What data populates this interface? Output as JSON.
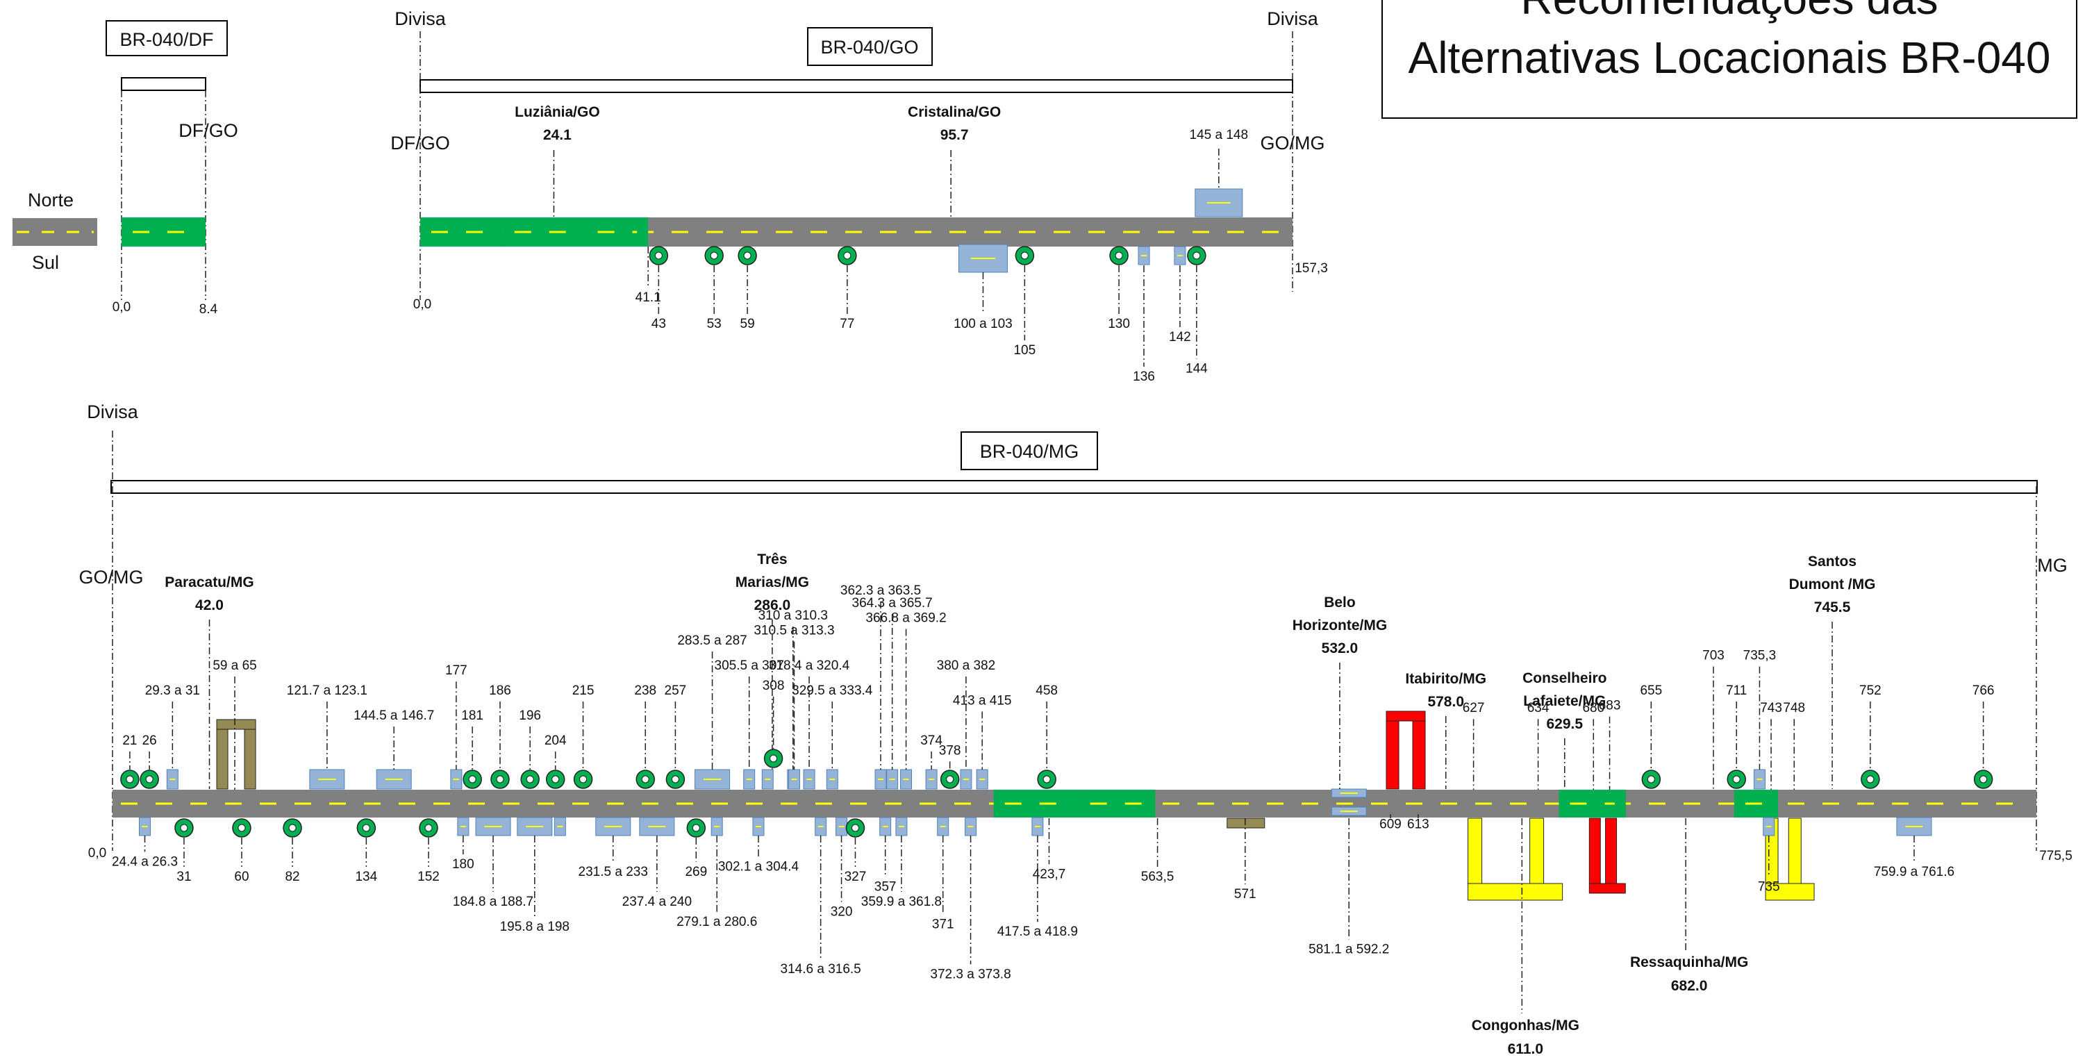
{
  "title": {
    "line1": "Recomendações das",
    "line2": "Alternativas Locacionais BR-040"
  },
  "legend": {
    "north": "Norte",
    "south": "Sul"
  },
  "colors": {
    "road": "#808080",
    "centerline": "#ffff00",
    "urban": "#00b050",
    "blue_box": "#95b3d7",
    "circle": "#00b050",
    "olive": "#948a54",
    "red": "#ff0000",
    "yellow": "#ffff00"
  },
  "sections": {
    "df": {
      "name": "BR-040/DF",
      "border_end": "DF/GO",
      "km_start": "0,0",
      "km_end": "8.4",
      "urban_segments": [
        [
          0,
          8.4
        ]
      ]
    },
    "go": {
      "name": "BR-040/GO",
      "divisa_start": "Divisa",
      "divisa_end": "Divisa",
      "border_start": "DF/GO",
      "border_end": "GO/MG",
      "km_start": "0,0",
      "km_end": "157,3",
      "urban_segments": [
        [
          0,
          15
        ],
        [
          15,
          30
        ],
        [
          30,
          41.1
        ]
      ],
      "cities": [
        {
          "name": "Luziânia/GO",
          "km": "24.1",
          "at": 24.1
        },
        {
          "name": "Cristalina/GO",
          "km": "95.7",
          "at": 95.7
        }
      ],
      "markers": [
        {
          "type": "tick",
          "label": "41.1",
          "at": 41.1,
          "side": "below",
          "lvl": 1
        },
        {
          "type": "circle",
          "label": "43",
          "at": 43,
          "side": "below",
          "lvl": 2
        },
        {
          "type": "circle",
          "label": "53",
          "at": 53,
          "side": "below",
          "lvl": 2
        },
        {
          "type": "circle",
          "label": "59",
          "at": 59,
          "side": "below",
          "lvl": 2
        },
        {
          "type": "circle",
          "label": "77",
          "at": 77,
          "side": "below",
          "lvl": 2
        },
        {
          "type": "bigbox",
          "label": "100 a 103",
          "at": 101.5,
          "side": "below",
          "lvl": 2
        },
        {
          "type": "circle",
          "label": "105",
          "at": 109,
          "side": "below",
          "lvl": 3
        },
        {
          "type": "circle",
          "label": "130",
          "at": 126,
          "side": "below",
          "lvl": 2
        },
        {
          "type": "box",
          "label": "136",
          "at": 130.5,
          "side": "below",
          "lvl": 4
        },
        {
          "type": "box",
          "label": "142",
          "at": 137,
          "side": "below",
          "lvl": 2.5
        },
        {
          "type": "circle",
          "label": "144",
          "at": 140,
          "side": "below",
          "lvl": 3.7
        },
        {
          "type": "bigbox",
          "label": "145 a 148",
          "at": 144,
          "side": "above",
          "lvl": 1
        }
      ]
    },
    "mg": {
      "name": "BR-040/MG",
      "divisa_start": "Divisa",
      "border_start": "GO/MG",
      "border_end": "MG",
      "km_start": "0,0",
      "km_end": "775,5",
      "urban_segments": [
        [
          382,
          419
        ],
        [
          419,
          452
        ],
        [
          627,
          656
        ],
        [
          703,
          704
        ],
        [
          703,
          722
        ]
      ],
      "cities": [
        {
          "lines": [
            "Paracatu/MG"
          ],
          "km": "42.0",
          "at": 42
        },
        {
          "lines": [
            "Três",
            "Marias/MG"
          ],
          "km": "286.0",
          "at": 286
        },
        {
          "lines": [
            "Belo",
            "Horizonte/MG"
          ],
          "km": "532.0",
          "at": 532
        },
        {
          "lines": [
            "Itabirito/MG"
          ],
          "km": "578.0",
          "at": 578
        },
        {
          "lines": [
            "Conselheiro",
            "Lafaiete/MG"
          ],
          "km": "629.5",
          "at": 629.5
        },
        {
          "lines": [
            "Santos",
            "Dumont /MG"
          ],
          "km": "745.5",
          "at": 745.5
        }
      ],
      "cities_below": [
        {
          "name": "Congonhas/MG",
          "km": "611.0",
          "at": 611
        },
        {
          "name": "Ressaquinha/MG",
          "km": "682.0",
          "at": 682
        }
      ],
      "above": [
        {
          "type": "circle",
          "label": "21",
          "at": 7.5,
          "lvl": 4
        },
        {
          "type": "circle",
          "label": "26",
          "at": 16,
          "lvl": 4
        },
        {
          "type": "box",
          "label": "29.3 a 31",
          "at": 26,
          "lvl": 2
        },
        {
          "type": "bigbox",
          "label": "121.7 a 123.1",
          "at": 93,
          "lvl": 2
        },
        {
          "type": "bigbox",
          "label": "144.5 a 146.7",
          "at": 122,
          "lvl": 3
        },
        {
          "type": "box",
          "label": "177",
          "at": 149,
          "lvl": 1.2
        },
        {
          "type": "circle",
          "label": "181",
          "at": 156,
          "lvl": 3
        },
        {
          "type": "circle",
          "label": "186",
          "at": 168,
          "lvl": 2
        },
        {
          "type": "circle",
          "label": "196",
          "at": 181,
          "lvl": 3
        },
        {
          "type": "circle",
          "label": "204",
          "at": 192,
          "lvl": 4
        },
        {
          "type": "circle",
          "label": "215",
          "at": 204,
          "lvl": 2
        },
        {
          "type": "circle",
          "label": "238",
          "at": 231,
          "lvl": 2
        },
        {
          "type": "circle",
          "label": "257",
          "at": 244,
          "lvl": 2
        },
        {
          "type": "bigbox",
          "label": "283.5 a 287",
          "at": 260,
          "lvl": 0
        },
        {
          "type": "box",
          "label": "305.5 a 307",
          "at": 276,
          "lvl": 1
        },
        {
          "type": "box",
          "label": "",
          "at": 284,
          "lvl": 2
        },
        {
          "type": "circle",
          "label": "308",
          "at": 286.5,
          "lvl": 1.8
        },
        {
          "type": "box",
          "label": "310 a 310.3",
          "at": 295,
          "lvl": -1
        },
        {
          "type": "box",
          "label": "310.5 a 313.3",
          "at": 295.5,
          "lvl": -0.4
        },
        {
          "type": "box",
          "label": "318.4 a 320.4",
          "at": 302,
          "lvl": 1
        },
        {
          "type": "box",
          "label": "329.5 a 333.4",
          "at": 312,
          "lvl": 2
        },
        {
          "type": "box",
          "label": "362.3 a 363.5",
          "at": 333,
          "lvl": -2
        },
        {
          "type": "box",
          "label": "364.3 a 365.7",
          "at": 338,
          "lvl": -1.5
        },
        {
          "type": "box",
          "label": "366.8 a 369.2",
          "at": 344,
          "lvl": -0.9
        },
        {
          "type": "box",
          "label": "374",
          "at": 355,
          "lvl": 4
        },
        {
          "type": "circle",
          "label": "378",
          "at": 363,
          "lvl": 4.4
        },
        {
          "type": "box",
          "label": "380 a 382",
          "at": 370,
          "lvl": 1
        },
        {
          "type": "box",
          "label": "413 a 415",
          "at": 377,
          "lvl": 2.4
        },
        {
          "type": "circle",
          "label": "458",
          "at": 405,
          "lvl": 2
        },
        {
          "type": "circle",
          "label": "655",
          "at": 667,
          "lvl": 2
        },
        {
          "type": "circle",
          "label": "711",
          "at": 704,
          "lvl": 2
        },
        {
          "type": "box",
          "label": "735,3",
          "at": 714,
          "lvl": 0.6
        },
        {
          "type": "circle",
          "label": "752",
          "at": 762,
          "lvl": 2
        },
        {
          "type": "circle",
          "label": "766",
          "at": 811,
          "lvl": 2
        }
      ],
      "below": [
        {
          "type": "box",
          "label": "24.4 a 26.3",
          "at": 14,
          "lvl": 3
        },
        {
          "type": "circle",
          "label": "31",
          "at": 31,
          "lvl": 3.6
        },
        {
          "type": "circle",
          "label": "60",
          "at": 56,
          "lvl": 3.6
        },
        {
          "type": "circle",
          "label": "82",
          "at": 78,
          "lvl": 3.6
        },
        {
          "type": "circle",
          "label": "134",
          "at": 110,
          "lvl": 3.6
        },
        {
          "type": "circle",
          "label": "152",
          "at": 137,
          "lvl": 3.6
        },
        {
          "type": "box",
          "label": "180",
          "at": 152,
          "lvl": 3.1
        },
        {
          "type": "bigbox",
          "label": "184.8 a 188.7",
          "at": 165,
          "lvl": 4.6
        },
        {
          "type": "bigbox",
          "label": "195.8 a 198",
          "at": 183,
          "lvl": 5.6
        },
        {
          "type": "box",
          "label": "",
          "at": 194,
          "lvl": 1
        },
        {
          "type": "bigbox",
          "label": "231.5 a 233",
          "at": 217,
          "lvl": 3.4
        },
        {
          "type": "bigbox",
          "label": "237.4 a 240",
          "at": 236,
          "lvl": 4.6
        },
        {
          "type": "circle",
          "label": "269",
          "at": 253,
          "lvl": 3.4
        },
        {
          "type": "box",
          "label": "279.1 a 280.6",
          "at": 262,
          "lvl": 5.4
        },
        {
          "type": "box",
          "label": "302.1 a 304.4",
          "at": 280,
          "lvl": 3.2
        },
        {
          "type": "box",
          "label": "314.6 a 316.5",
          "at": 307,
          "lvl": 7.3
        },
        {
          "type": "box",
          "label": "320",
          "at": 316,
          "lvl": 5
        },
        {
          "type": "circle",
          "label": "327",
          "at": 322,
          "lvl": 3.6
        },
        {
          "type": "box",
          "label": "357",
          "at": 335,
          "lvl": 4
        },
        {
          "type": "box",
          "label": "359.9 a 361.8",
          "at": 342,
          "lvl": 4.6
        },
        {
          "type": "box",
          "label": "371",
          "at": 360,
          "lvl": 5.5
        },
        {
          "type": "box",
          "label": "372.3 a 373.8",
          "at": 372,
          "lvl": 7.5
        },
        {
          "type": "box",
          "label": "417.5 a 418.9",
          "at": 401,
          "lvl": 5.8
        },
        {
          "type": "tick",
          "label": "423,7",
          "at": 406,
          "lvl": 3.5
        },
        {
          "type": "tick",
          "label": "563,5",
          "at": 453,
          "lvl": 3.6
        },
        {
          "type": "tick",
          "label": "571",
          "at": 491,
          "lvl": 4.3
        },
        {
          "type": "tick",
          "label": "581.1 a 592.2",
          "at": 536,
          "lvl": 6.5
        },
        {
          "type": "tick",
          "label": "609",
          "at": 554,
          "lvl": 1.5
        },
        {
          "type": "tick",
          "label": "613",
          "at": 566,
          "lvl": 1.5
        },
        {
          "type": "box",
          "label": "735",
          "at": 718,
          "lvl": 4
        },
        {
          "type": "bigbox",
          "label": "759.9 a 761.6",
          "at": 781,
          "lvl": 3.4
        }
      ],
      "plain_ticks_above": [
        {
          "label": "59 a 65",
          "at": 53,
          "lvl": 1
        },
        {
          "label": "627",
          "at": 590,
          "lvl": 2.7
        },
        {
          "label": "634",
          "at": 618,
          "lvl": 2.7
        },
        {
          "label": "680",
          "at": 642,
          "lvl": 2.7
        },
        {
          "label": "683",
          "at": 649,
          "lvl": 2.6
        },
        {
          "label": "703",
          "at": 694,
          "lvl": 0.6
        },
        {
          "label": "743",
          "at": 719,
          "lvl": 2.7
        },
        {
          "label": "748",
          "at": 729,
          "lvl": 2.7
        }
      ]
    }
  }
}
